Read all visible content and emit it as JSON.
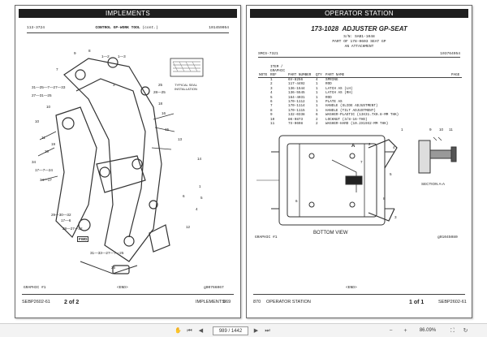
{
  "left_page": {
    "band_title": "IMPLEMENTS",
    "header_left": "113-3724",
    "header_title": "CONTROL GP-WORK TOOL",
    "header_cont": "(cont.)",
    "header_right": "101459054",
    "inset_label": "TYPICAL SEAL INSTALLATION",
    "graphic_label": "GRAPHIC #1",
    "end_label": "<END>",
    "graphic_id": "g00766067",
    "footer_doc": "SEBP2602-61",
    "footer_page": "2 of 2",
    "footer_section": "IMPLEMENTS",
    "footer_number": "869",
    "callouts": [
      "9",
      "8",
      "1—2",
      "1—3",
      "7",
      "31—25—7—27—33",
      "27—31—25",
      "10",
      "10",
      "11",
      "19",
      "20",
      "25",
      "28—25",
      "18",
      "16",
      "15",
      "13",
      "14",
      "34—17",
      "17—7—24",
      "34",
      "1",
      "29—30—32",
      "17—6",
      "28—27—32",
      "31—33—27—7—25",
      "26",
      "12",
      "4",
      "5",
      "6",
      "3",
      "FWD"
    ]
  },
  "right_page": {
    "band_title": "OPERATOR STATION",
    "part_number": "173-1028",
    "part_name": "ADJUSTER GP-SEAT",
    "serial": "S/N: SAB1-1048",
    "part_of": "PART OF 178-0603 SEAT GP",
    "attachment": "AN ATTACHMENT",
    "smcs": "SMCS-7321",
    "doc_code": "103764954",
    "columns": [
      "NOTE",
      "ITEM / GRAPHIC REF",
      "PART NUMBER",
      "QTY",
      "PART NAME",
      "PAGE"
    ],
    "rows": [
      {
        "ref": "1",
        "part": "6V-8256",
        "qty": "4",
        "name": "SPRING"
      },
      {
        "ref": "2",
        "part": "117-4492",
        "qty": "1",
        "name": "ROD"
      },
      {
        "ref": "3",
        "part": "136-1544",
        "qty": "1",
        "name": "LATCH AS (LH)"
      },
      {
        "ref": "4",
        "part": "136-5545",
        "qty": "1",
        "name": "LATCH AS (RH)"
      },
      {
        "ref": "5",
        "part": "164-4031",
        "qty": "1",
        "name": "ROD"
      },
      {
        "ref": "6",
        "part": "170-1112",
        "qty": "1",
        "name": "PLATE AS"
      },
      {
        "ref": "7",
        "part": "170-1114",
        "qty": "1",
        "name": "HANDLE (SLIDE ADJUSTMENT)"
      },
      {
        "ref": "8",
        "part": "170-1115",
        "qty": "1",
        "name": "HANDLE (TILT ADJUSTMENT)"
      },
      {
        "ref": "9",
        "part": "132-0338",
        "qty": "6",
        "name": "WASHER-PLASTIC (13X31.7X0.8-MM THK)"
      },
      {
        "ref": "10",
        "part": "8K-9873",
        "qty": "2",
        "name": "LOCKNUT (3/8-16-THD)"
      },
      {
        "ref": "11",
        "part": "7X-0698",
        "qty": "2",
        "name": "WASHER-HARD (10.2X19X2-MM THK)"
      }
    ],
    "view_label": "BOTTOM VIEW",
    "section_label": "SECTION A-A",
    "section_letter": "A",
    "graphic_label": "GRAPHIC #1",
    "end_label": "<END>",
    "graphic_id": "g01045080",
    "footer_number": "870",
    "footer_section": "OPERATOR STATION",
    "footer_page": "1 of 1",
    "footer_doc": "SEBP2602-61",
    "callouts": [
      "1",
      "2",
      "4",
      "3",
      "5",
      "6",
      "7",
      "8",
      "9",
      "10",
      "11"
    ]
  },
  "toolbar": {
    "page_value": "989 / 1442",
    "zoom_value": "86.09%",
    "icons": [
      "hand-tool",
      "first-page",
      "previous-page",
      "next-page",
      "last-page",
      "rotate",
      "zoom-out",
      "zoom-in",
      "fit-page"
    ]
  }
}
